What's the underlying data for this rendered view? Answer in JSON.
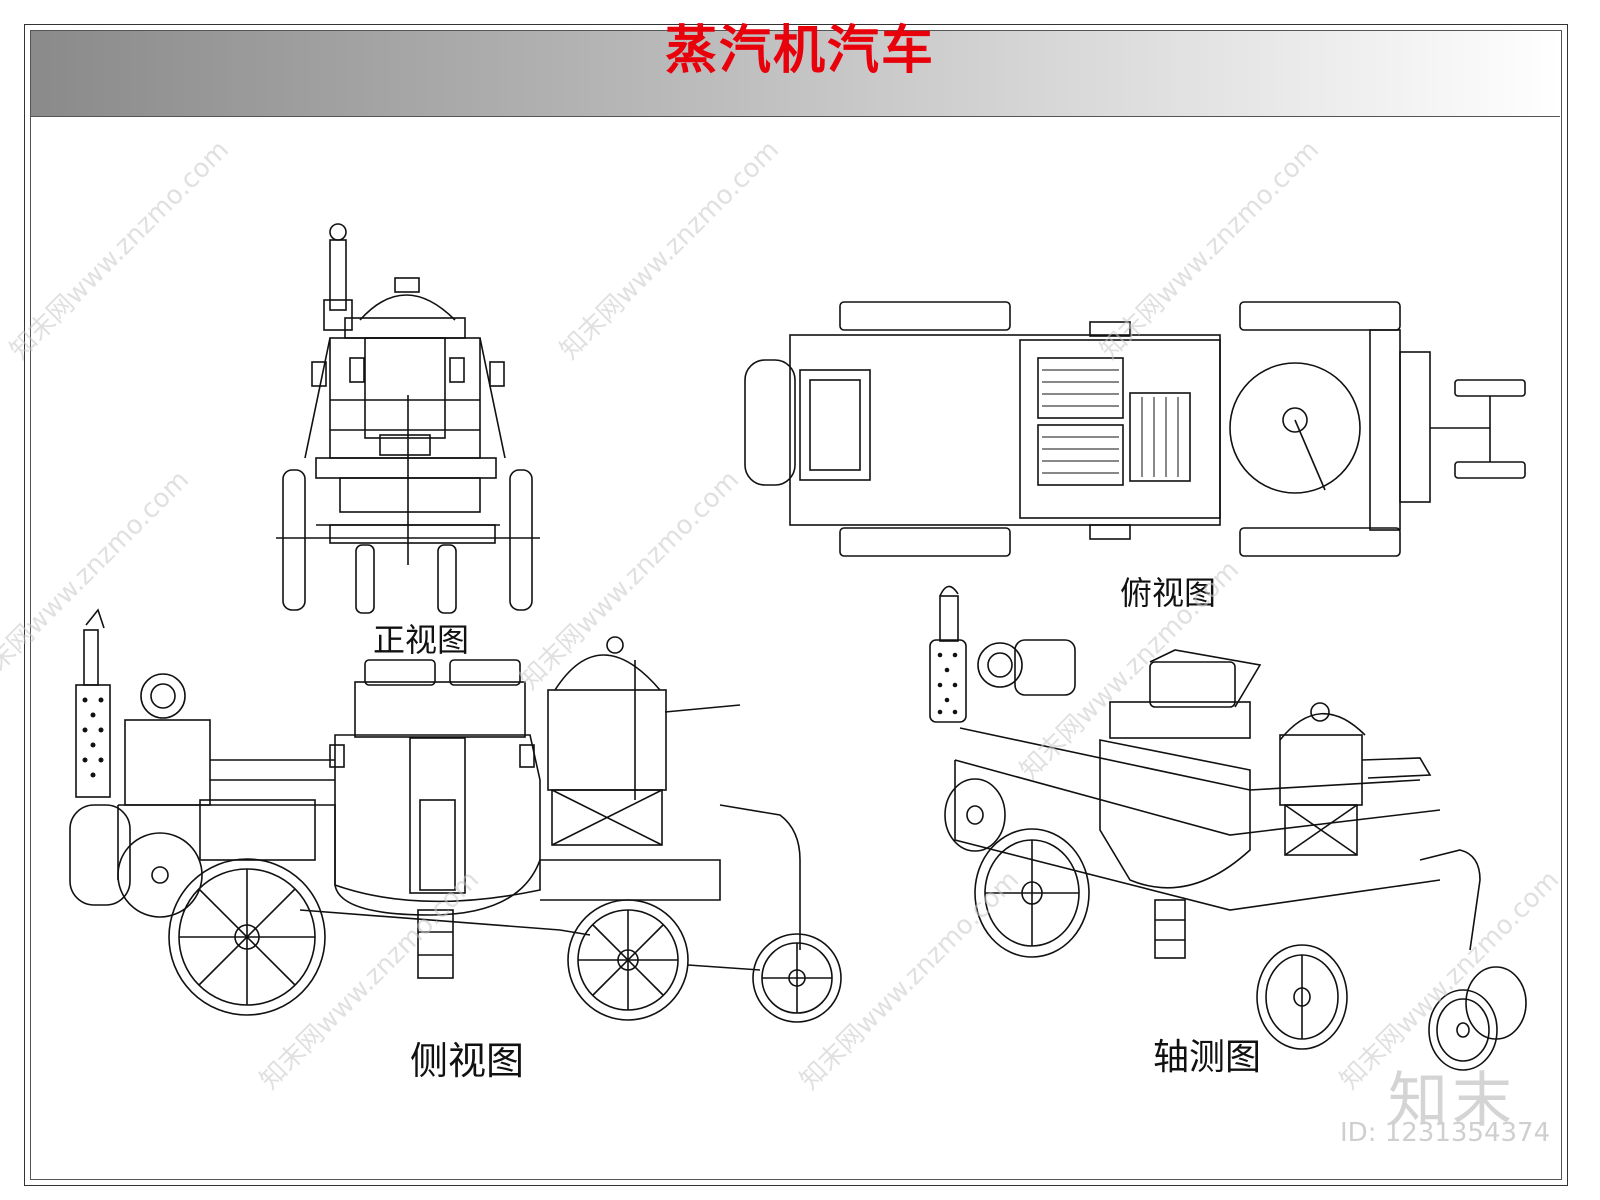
{
  "title": "蒸汽机汽车",
  "colors": {
    "title": "#e8000b",
    "line": "#111111",
    "watermark": "#c8c8c8"
  },
  "views": {
    "front": "正视图",
    "top": "俯视图",
    "side": "侧视图",
    "axonometric": "轴测图"
  },
  "watermark": {
    "text": "知末网www.znzmo.com",
    "brand": "知末",
    "id": "ID: 1231354374"
  }
}
